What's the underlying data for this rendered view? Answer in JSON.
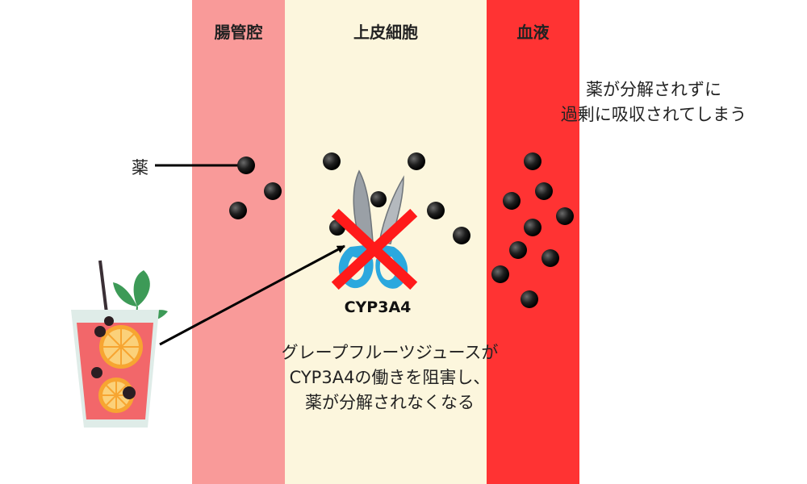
{
  "columns": {
    "lumen": "腸管腔",
    "epithelium": "上皮細胞",
    "blood": "血液"
  },
  "labels": {
    "drug": "薬",
    "enzyme": "CYP3A4"
  },
  "notes": {
    "result_line1": "薬が分解されずに",
    "result_line2": "過剰に吸収されてしまう",
    "cause_line1": "グレープフルーツジュースが",
    "cause_line2": "CYP3A4の働きを阻害し、",
    "cause_line3": "薬が分解されなくなる"
  },
  "colors": {
    "lumen": "#f99a99",
    "epithelium": "#fcf6dd",
    "blood": "#ff3333",
    "cross": "#ff1a1a",
    "enzyme_body": "#2ba8de",
    "blade": "#9aa0a6"
  }
}
